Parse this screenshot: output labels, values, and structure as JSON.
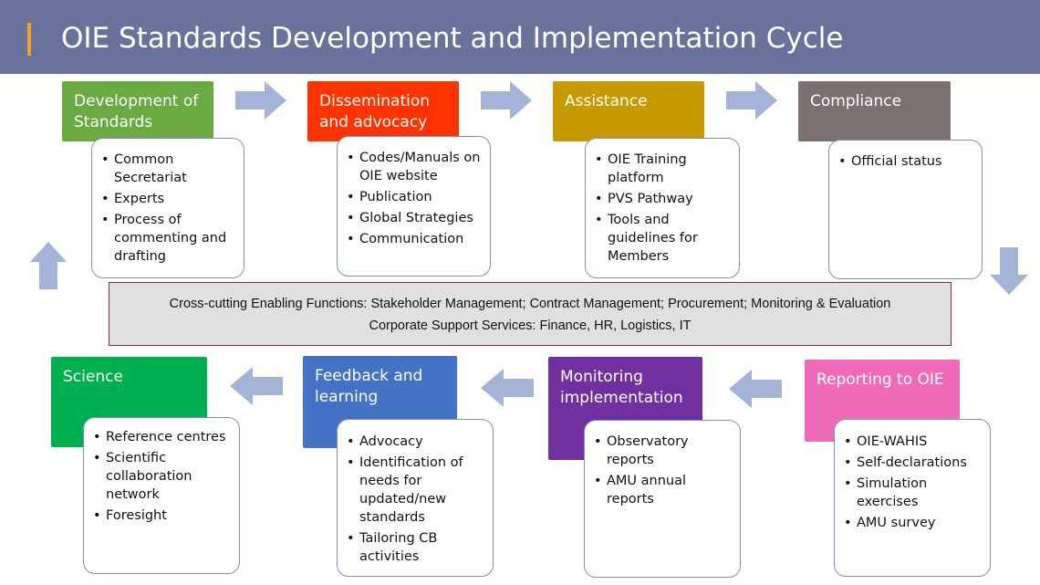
{
  "title": "OIE Standards Development and Implementation Cycle",
  "colors": {
    "header_bg": "#68729a",
    "accent": "#f0a030",
    "development": "#6aaa40",
    "dissemination": "#ff3300",
    "assistance": "#c69a00",
    "compliance": "#7a7170",
    "science": "#00b050",
    "feedback": "#4472c4",
    "monitoring": "#7030a0",
    "reporting": "#f06ab8",
    "arrow": "#a4b4d8"
  },
  "stages": {
    "development": {
      "label": "Development of Standards",
      "items": [
        "Common Secretariat",
        "Experts",
        "Process of commenting and drafting"
      ]
    },
    "dissemination": {
      "label": "Dissemination and advocacy",
      "items": [
        "Codes/Manuals on OIE website",
        "Publication",
        "Global Strategies",
        "Communication"
      ]
    },
    "assistance": {
      "label": "Assistance",
      "items": [
        "OIE Training platform",
        "PVS Pathway",
        "Tools and guidelines for Members"
      ]
    },
    "compliance": {
      "label": "Compliance",
      "items": [
        "Official status"
      ]
    },
    "reporting": {
      "label": "Reporting to OIE",
      "items": [
        "OIE-WAHIS",
        "Self-declarations",
        "Simulation exercises",
        "AMU survey"
      ]
    },
    "monitoring": {
      "label": "Monitoring implementation",
      "items": [
        "Observatory reports",
        "AMU annual reports"
      ]
    },
    "feedback": {
      "label": "Feedback and learning",
      "items": [
        "Advocacy",
        "Identification of needs for updated/new standards",
        "Tailoring CB activities"
      ]
    },
    "science": {
      "label": "Science",
      "items": [
        "Reference centres",
        "Scientific collaboration network",
        "Foresight"
      ]
    }
  },
  "cross_cutting": {
    "line1": "Cross-cutting Enabling Functions: Stakeholder Management; Contract Management; Procurement; Monitoring & Evaluation",
    "line2": "Corporate Support Services: Finance, HR, Logistics, IT"
  }
}
